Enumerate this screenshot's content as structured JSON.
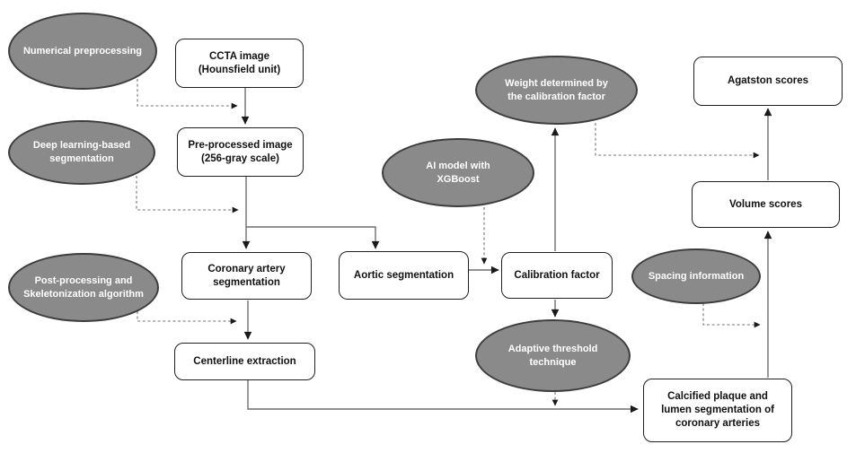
{
  "nodes": {
    "numerical_preprocessing": "Numerical preprocessing",
    "ccta_image": "CCTA image\n(Hounsfield unit)",
    "deep_learning_segmentation": "Deep learning-based\nsegmentation",
    "preprocessed_image": "Pre-processed image\n(256-gray scale)",
    "post_processing": "Post-processing and\nSkeletonization algorithm",
    "coronary_artery_segmentation": "Coronary artery\nsegmentation",
    "aortic_segmentation": "Aortic segmentation",
    "centerline_extraction": "Centerline extraction",
    "ai_model_xgboost": "AI model with\nXGBoost",
    "calibration_factor": "Calibration factor",
    "weight_calibration": "Weight determined by\nthe calibration factor",
    "agatston_scores": "Agatston scores",
    "volume_scores": "Volume scores",
    "spacing_information": "Spacing information",
    "adaptive_threshold": "Adaptive threshold\ntechnique",
    "calcified_plaque": "Calcified plaque and\nlumen segmentation of\ncoronary arteries"
  },
  "edges": [
    {
      "from": "ccta_image",
      "to": "preprocessed_image",
      "style": "solid"
    },
    {
      "from": "preprocessed_image",
      "to": "coronary_artery_segmentation",
      "style": "solid"
    },
    {
      "from": "preprocessed_image",
      "to": "aortic_segmentation",
      "style": "solid"
    },
    {
      "from": "aortic_segmentation",
      "to": "calibration_factor",
      "style": "solid"
    },
    {
      "from": "calibration_factor",
      "to": "weight_calibration",
      "style": "solid"
    },
    {
      "from": "calibration_factor",
      "to": "adaptive_threshold",
      "style": "solid"
    },
    {
      "from": "coronary_artery_segmentation",
      "to": "centerline_extraction",
      "style": "solid"
    },
    {
      "from": "centerline_extraction",
      "to": "calcified_plaque",
      "style": "solid"
    },
    {
      "from": "calcified_plaque",
      "to": "volume_scores",
      "style": "solid"
    },
    {
      "from": "volume_scores",
      "to": "agatston_scores",
      "style": "solid"
    },
    {
      "from": "numerical_preprocessing",
      "to": "edge ccta_image->preprocessed_image",
      "style": "dashed"
    },
    {
      "from": "deep_learning_segmentation",
      "to": "edge preprocessed_image->coronary_artery_segmentation",
      "style": "dashed"
    },
    {
      "from": "post_processing",
      "to": "edge coronary_artery_segmentation->centerline_extraction",
      "style": "dashed"
    },
    {
      "from": "ai_model_xgboost",
      "to": "edge aortic_segmentation->calibration_factor",
      "style": "dashed"
    },
    {
      "from": "weight_calibration",
      "to": "edge volume_scores->agatston_scores",
      "style": "dashed"
    },
    {
      "from": "spacing_information",
      "to": "edge calcified_plaque->volume_scores",
      "style": "dashed"
    },
    {
      "from": "adaptive_threshold",
      "to": "edge centerline_extraction->calcified_plaque",
      "style": "dashed"
    }
  ],
  "colors": {
    "ellipse_fill": "#8a8a8a",
    "ellipse_border": "#3d3d3d",
    "box_fill": "#ffffff",
    "box_border": "#1f1f1f",
    "connector": "#6e6e6e",
    "dashed_connector": "#757575",
    "arrowhead": "#1a1a1a",
    "background": "#ffffff"
  }
}
